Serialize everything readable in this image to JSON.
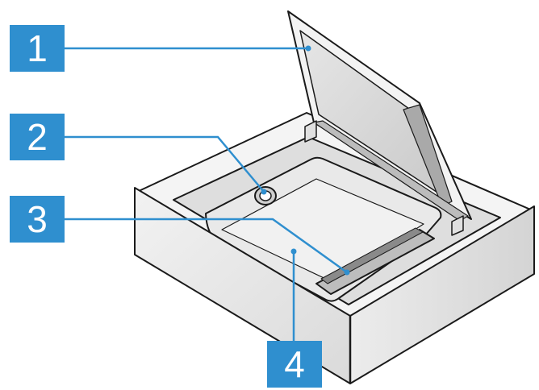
{
  "callouts": [
    {
      "label": "1",
      "target": "lid"
    },
    {
      "label": "2",
      "target": "vacuum-opening"
    },
    {
      "label": "3",
      "target": "sealing-bar"
    },
    {
      "label": "4",
      "target": "vacuum-chamber"
    }
  ],
  "colors": {
    "callout_fill": "#2f8fcf",
    "leader_line": "#2f8fcf",
    "outline": "#1a1a1a"
  }
}
